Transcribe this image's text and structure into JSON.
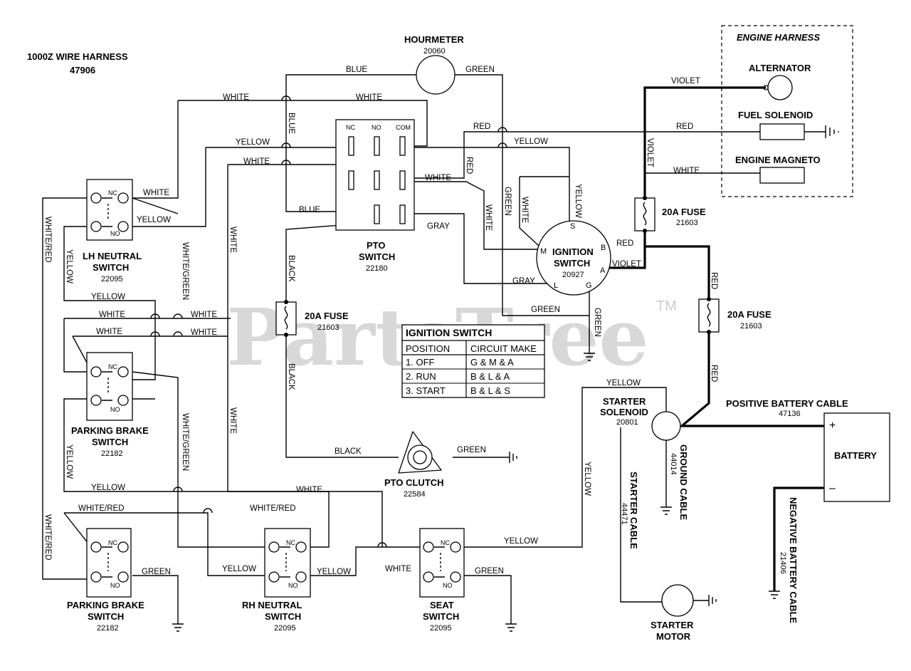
{
  "watermark": {
    "text": "PartsTree",
    "tm": "TM"
  },
  "title": {
    "line1": "1000Z WIRE HARNESS",
    "line2": "47906"
  },
  "engine_harness": {
    "title": "ENGINE HARNESS",
    "alternator": "ALTERNATOR",
    "fuel_solenoid": "FUEL SOLENOID",
    "engine_magneto": "ENGINE MAGNETO"
  },
  "hourmeter": {
    "name": "HOURMETER",
    "part": "20060"
  },
  "pto_switch": {
    "name1": "PTO",
    "name2": "SWITCH",
    "part": "22180",
    "nc": "NC",
    "no": "NO",
    "com": "COM"
  },
  "ignition_switch": {
    "name1": "IGNITION",
    "name2": "SWITCH",
    "part": "20927",
    "s": "S",
    "m": "M",
    "b": "B",
    "a": "A",
    "l": "L",
    "g": "G"
  },
  "ignition_table": {
    "title": "IGNITION SWITCH",
    "headers": [
      "POSITION",
      "CIRCUIT MAKE"
    ],
    "rows": [
      [
        "1. OFF",
        "G & M & A"
      ],
      [
        "2. RUN",
        "B & L & A"
      ],
      [
        "3. START",
        "B & L & S"
      ]
    ]
  },
  "fuse_right_top": {
    "label": "20A FUSE",
    "part": "21603"
  },
  "fuse_right_mid": {
    "label": "20A FUSE",
    "part": "21603"
  },
  "fuse_center": {
    "label": "20A FUSE",
    "part": "21603"
  },
  "lh_neutral": {
    "name1": "LH NEUTRAL",
    "name2": "SWITCH",
    "part": "22095"
  },
  "parking_brake_top": {
    "name1": "PARKING BRAKE",
    "name2": "SWITCH",
    "part": "22182"
  },
  "parking_brake_bottom": {
    "name1": "PARKING BRAKE",
    "name2": "SWITCH",
    "part": "22182"
  },
  "rh_neutral": {
    "name1": "RH NEUTRAL",
    "name2": "SWITCH",
    "part": "22095"
  },
  "seat_switch": {
    "name1": "SEAT",
    "name2": "SWITCH",
    "part": "22095"
  },
  "pto_clutch": {
    "name": "PTO CLUTCH",
    "part": "22584"
  },
  "starter_solenoid": {
    "name1": "STARTER",
    "name2": "SOLENOID",
    "part": "20801"
  },
  "starter_motor": {
    "name1": "STARTER",
    "name2": "MOTOR"
  },
  "battery": {
    "name": "BATTERY",
    "plus": "+",
    "minus": "–"
  },
  "positive_cable": {
    "name": "POSITIVE BATTERY CABLE",
    "part": "47136"
  },
  "negative_cable": {
    "name": "NEGATIVE BATTERY CABLE",
    "part": "21406"
  },
  "ground_cable": {
    "name": "GROUND CABLE",
    "part": "44014"
  },
  "starter_cable": {
    "name": "STARTER CABLE",
    "part": "44471"
  },
  "switch_terms": {
    "nc": "NC",
    "no": "NO"
  },
  "wires": {
    "blue": "BLUE",
    "green": "GREEN",
    "white": "WHITE",
    "yellow": "YELLOW",
    "red": "RED",
    "violet": "VIOLET",
    "black": "BLACK",
    "gray": "GRAY",
    "white_red": "WHITE/RED",
    "white_green": "WHITE/GREEN"
  }
}
